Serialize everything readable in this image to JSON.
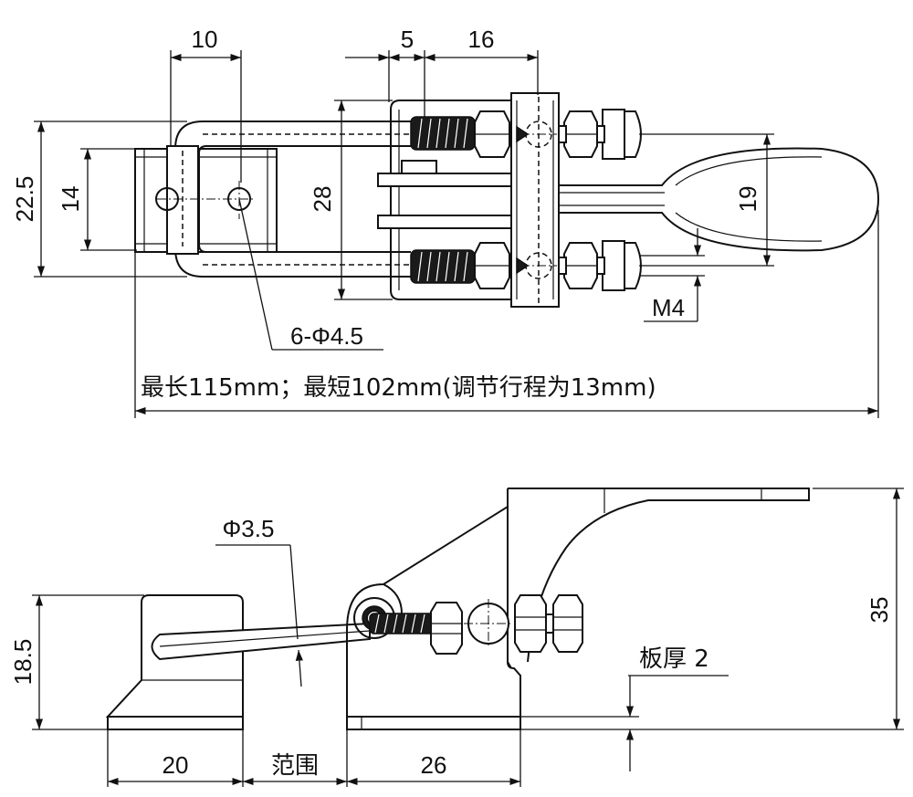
{
  "top_view": {
    "dim_width_10": "10",
    "dim_5": "5",
    "dim_16": "16",
    "dim_22_5": "22.5",
    "dim_14": "14",
    "dim_28": "28",
    "dim_19": "19",
    "thread_label": "M4",
    "holes_label": "6-Φ4.5",
    "length_note": "最长115mm；最短102mm(调节行程为13mm)"
  },
  "side_view": {
    "pin_label": "Φ3.5",
    "dim_18_5": "18.5",
    "dim_35": "35",
    "plate_label": "板厚 2",
    "dim_20": "20",
    "range_label": "范围",
    "dim_26": "26"
  }
}
